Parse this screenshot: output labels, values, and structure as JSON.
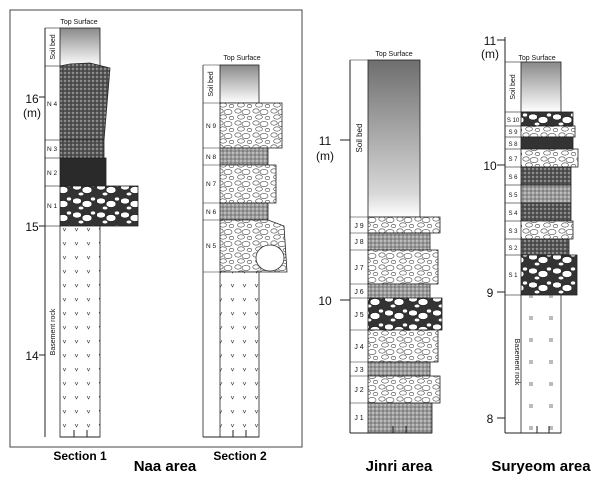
{
  "labels": {
    "top_surface": "Top Surface",
    "soil_bed": "Soil bed",
    "basement_rock": "Basement rock",
    "unit_m": "(m)"
  },
  "areas": {
    "naa": "Naa area",
    "jinri": "Jinri area",
    "suryeom": "Suryeom area"
  },
  "sections": {
    "section1": {
      "title": "Section 1",
      "depth_ticks": [
        "16",
        "15",
        "14"
      ],
      "layers": [
        "N 4",
        "N 3",
        "N 2",
        "N 1"
      ]
    },
    "section2": {
      "title": "Section 2",
      "layers": [
        "N 9",
        "N 8",
        "N 7",
        "N 6",
        "N 5"
      ]
    },
    "jinri": {
      "depth_ticks": [
        "11",
        "10"
      ],
      "layers": [
        "J 9",
        "J 8",
        "J 7",
        "J 6",
        "J 5",
        "J 4",
        "J 3",
        "J 2",
        "J 1"
      ]
    },
    "suryeom": {
      "depth_ticks": [
        "11",
        "10",
        "9",
        "8"
      ],
      "layers": [
        "S 10",
        "S 9",
        "S 8",
        "S 7",
        "S 6",
        "S 5",
        "S 4",
        "S 3",
        "S 2",
        "S 1"
      ]
    }
  },
  "colors": {
    "line": "#222222",
    "dark_fill": "#333333",
    "mid_fill": "#9a9a9a",
    "light_fill": "#e6e6e6"
  }
}
